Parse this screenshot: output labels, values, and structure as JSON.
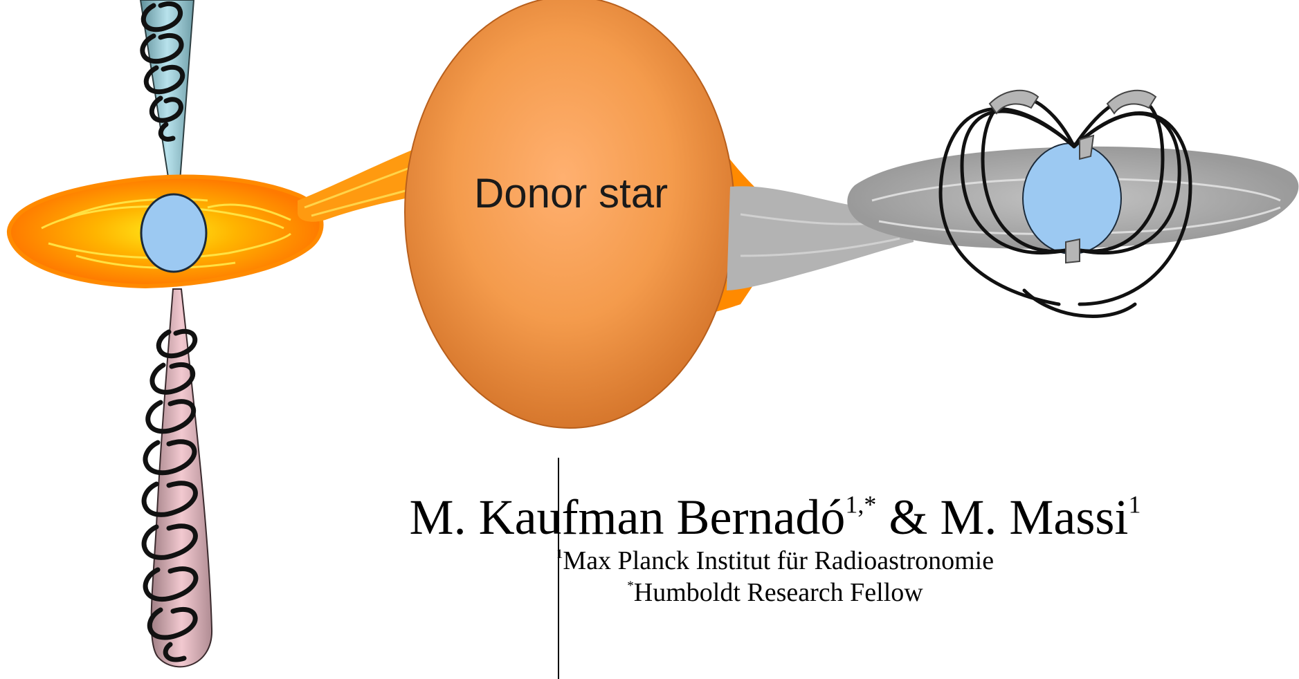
{
  "diagram": {
    "donor_label": "Donor star"
  },
  "credits": {
    "author1": "M. Kaufman Bernadó",
    "author1_marks": "1,*",
    "connector": "&",
    "author2": "M. Massi",
    "author2_marks": "1",
    "affiliation_mark": "1",
    "affiliation": "Max Planck Institut für Radioastronomie",
    "fellow_mark": "*",
    "fellow": "Humboldt Research Fellow"
  },
  "colors": {
    "donor_star": "#f49b4c",
    "compact_object": "#9cc9f2",
    "accretion_disk": "#ff8a00",
    "jet_up": "#a9d4df",
    "jet_down": "#e7b9c2",
    "gray_disk": "#a6a6a6"
  }
}
